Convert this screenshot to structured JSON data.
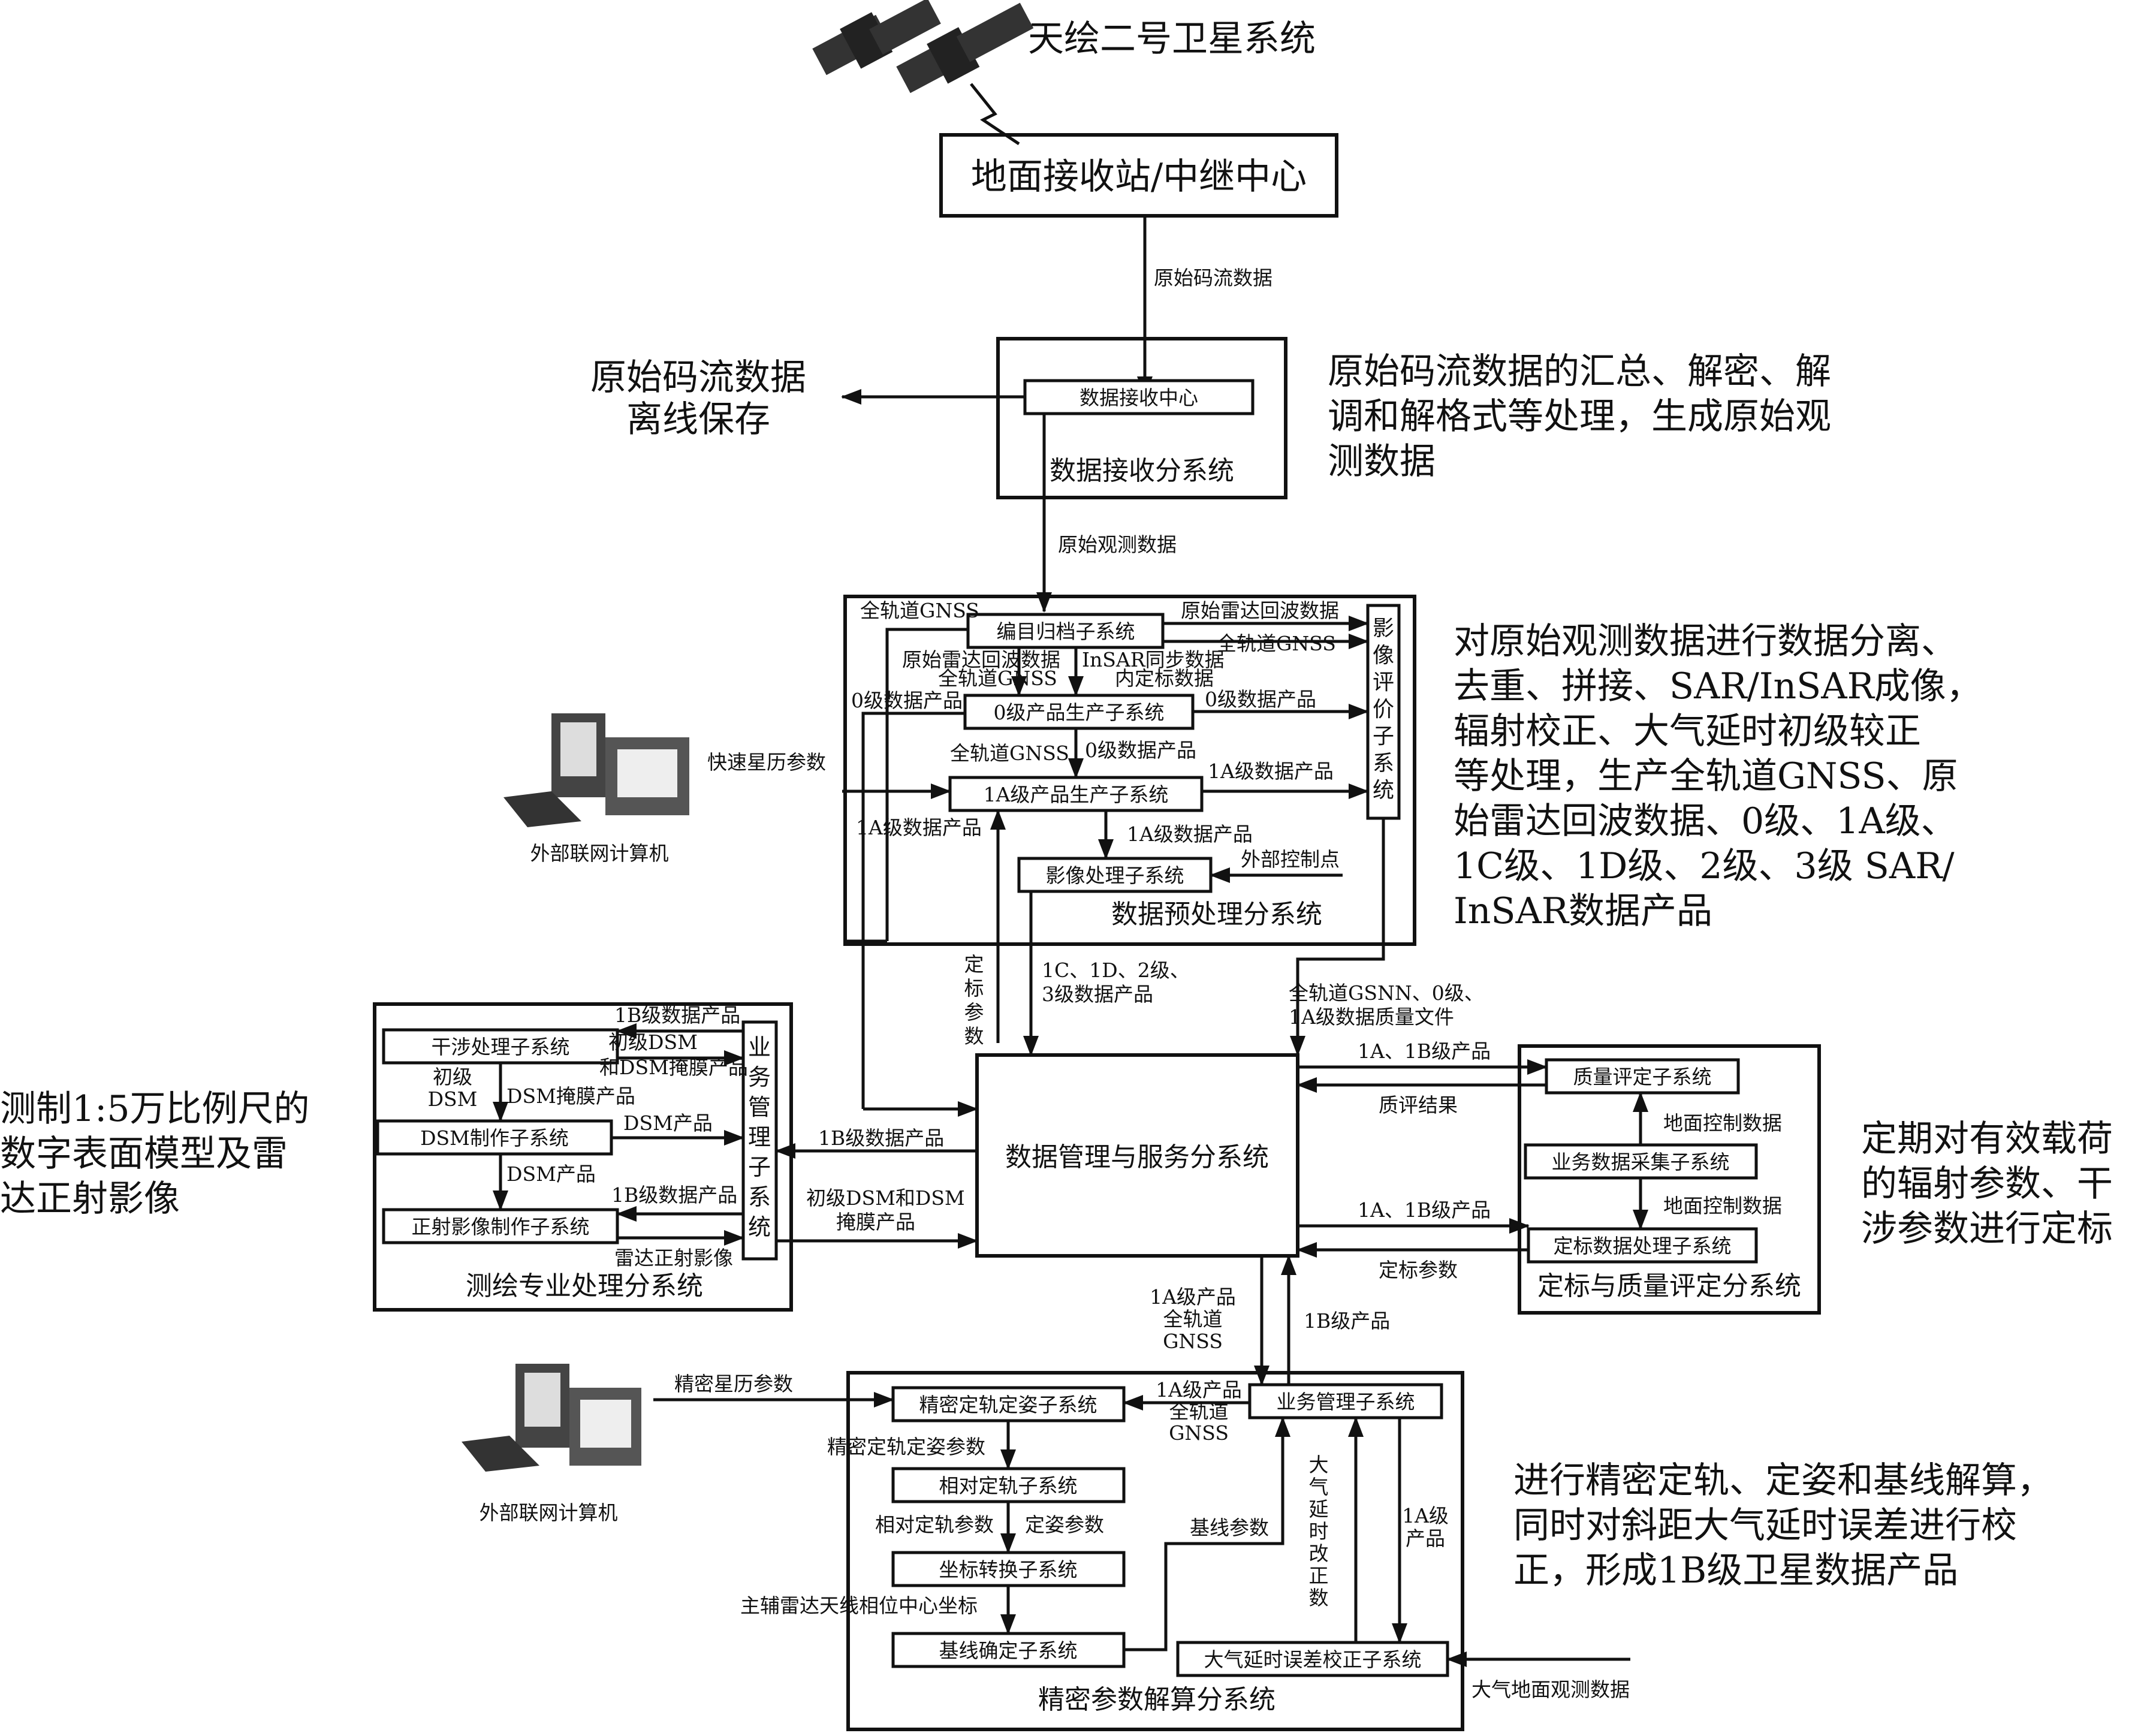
{
  "satellite_title": "天绘二号卫星系统",
  "ground_station": "地面接收站/中继中心",
  "receive": {
    "raw_stream_label": "原始码流数据",
    "center": "数据接收中心",
    "subsystem": "数据接收分系统",
    "offline_line1": "原始码流数据",
    "offline_line2": "离线保存",
    "desc": [
      "原始码流数据的汇总、解密、解",
      "调和解格式等处理，生成原始观",
      "测数据"
    ],
    "raw_obs_label": "原始观测数据"
  },
  "preprocess": {
    "catalog": "编目归档子系统",
    "level0": "0级产品生产子系统",
    "level1a": "1A级产品生产子系统",
    "image_proc": "影像处理子系统",
    "image_eval": [
      "影",
      "像",
      "评",
      "价",
      "子",
      "系",
      "统"
    ],
    "subsystem": "数据预处理分系统",
    "labels": {
      "full_orbit_gnss": "全轨道GNSS",
      "raw_radar_echo": "原始雷达回波数据",
      "raw_radar_echo2": "原始雷达回波数据",
      "full_orbit_gnss2": "全轨道GNSS",
      "full_orbit_gnss3": "全轨道GNSS",
      "insar_sync": "InSAR同步数据",
      "internal_cal": "内定标数据",
      "l0_product_left": "0级数据产品",
      "l0_product_right": "0级数据产品",
      "full_orbit_gnss4": "全轨道GNSS",
      "l0_product_down": "0级数据产品",
      "fast_ephemeris": "快速星历参数",
      "l1a_product_right": "1A级数据产品",
      "l1a_product_left": "1A级数据产品",
      "l1a_product_down": "1A级数据产品",
      "external_gcp": "外部控制点"
    },
    "desc": [
      "对原始观测数据进行数据分离、",
      "去重、拼接、SAR/InSAR成像，",
      "辐射校正、大气延时初级较正",
      "等处理，生产全轨道GNSS、原",
      "始雷达回波数据、0级、1A级、",
      "1C级、1D级、2级、3级 SAR/",
      "InSAR数据产品"
    ]
  },
  "external_pc": "外部联网计算机",
  "middle_labels": {
    "cal_params": [
      "定",
      "标",
      "参",
      "数"
    ],
    "products_1c": "1C、1D、2级、",
    "products_3": "3级数据产品",
    "quality_file1": "全轨道GSNN、0级、",
    "quality_file2": "1A级数据质量文件"
  },
  "dms": "数据管理与服务分系统",
  "mapping": {
    "interfer": "干涉处理子系统",
    "dsm_make": "DSM制作子系统",
    "ortho": "正射影像制作子系统",
    "biz_mgmt": [
      "业",
      "务",
      "管",
      "理",
      "子",
      "系",
      "统"
    ],
    "subsystem": "测绘专业处理分系统",
    "labels": {
      "l1b_top": "1B级数据产品",
      "init_dsm": "初级DSM",
      "and_dsm_mask": "和DSM掩膜产品",
      "init_lbl": "初级",
      "dsm_lbl": "DSM",
      "dsm_mask_prod": "DSM掩膜产品",
      "dsm_prod": "DSM产品",
      "dsm_prod2": "DSM产品",
      "l1b_mid": "1B级数据产品",
      "radar_ortho": "雷达正射影像"
    },
    "desc": [
      "测制1:5万比例尺的",
      "数字表面模型及雷",
      "达正射影像"
    ],
    "l1b_product_left": "1B级数据产品",
    "init_dsm_and1": "初级DSM和DSM",
    "init_dsm_and2": "掩膜产品"
  },
  "calib": {
    "quality": "质量评定子系统",
    "collect": "业务数据采集子系统",
    "cal_proc": "定标数据处理子系统",
    "subsystem": "定标与质量评定分系统",
    "labels": {
      "l1a_1b_top": "1A、1B级产品",
      "quality_result": "质评结果",
      "gcd1": "地面控制数据",
      "gcd2": "地面控制数据",
      "l1a_1b_bottom": "1A、1B级产品",
      "cal_param": "定标参数"
    },
    "desc": [
      "定期对有效载荷",
      "的辐射参数、干",
      "涉参数进行定标"
    ]
  },
  "precise": {
    "orbit_att": "精密定轨定姿子系统",
    "rel_orbit": "相对定轨子系统",
    "coord": "坐标转换子系统",
    "baseline": "基线确定子系统",
    "biz_mgmt": "业务管理子系统",
    "atmos": "大气延时误差校正子系统",
    "subsystem": "精密参数解算分系统",
    "labels": {
      "l1a_product": "1A级产品",
      "full_orbit": "全轨道",
      "gnss": "GNSS",
      "l1b_product": "1B级产品",
      "precise_ephem": "精密星历参数",
      "l1a_product2": "1A级产品",
      "full_orbit2": "全轨道",
      "gnss2": "GNSS",
      "orbit_att_param": "精密定轨定姿参数",
      "rel_orbit_param": "相对定轨参数",
      "att_param": "定姿参数",
      "baseline_param": "基线参数",
      "antenna_center": "主辅雷达天线相位中心坐标",
      "atmos_delay": [
        "大",
        "气",
        "延",
        "时",
        "改",
        "正",
        "数"
      ],
      "l1a_product3": [
        "1A级",
        "产品"
      ],
      "atmos_ground": "大气地面观测数据"
    },
    "desc": [
      "进行精密定轨、定姿和基线解算，",
      "同时对斜距大气延时误差进行校",
      "正，形成1B级卫星数据产品"
    ]
  }
}
